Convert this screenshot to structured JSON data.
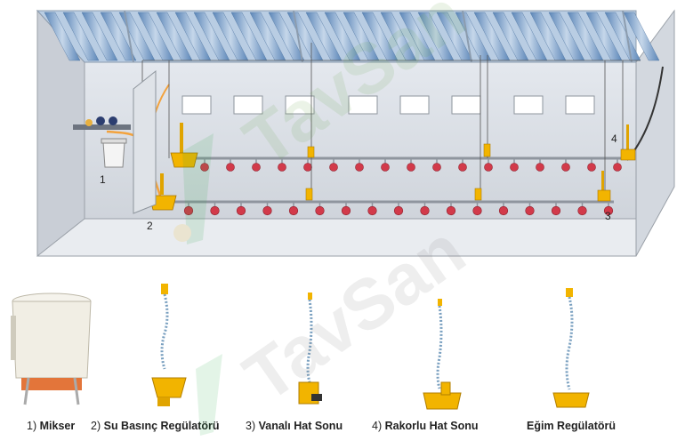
{
  "callouts": {
    "n1": "1",
    "n2": "2",
    "n3": "3",
    "n4": "4"
  },
  "captions": [
    {
      "num": "1)",
      "name": "Mikser"
    },
    {
      "num": "2)",
      "name": "Su Basınç Regülatörü"
    },
    {
      "num": "3)",
      "name": "Vanalı Hat Sonu"
    },
    {
      "num": "4)",
      "name": "Rakorlu Hat Sonu"
    },
    {
      "num": "",
      "name": "Eğim Regülatörü"
    }
  ],
  "watermark": {
    "text": "TavSan"
  },
  "colors": {
    "pipe": "#d23a4a",
    "accent": "#f2b400",
    "wall": "#d9dde3",
    "roof": "#7fa6cf"
  }
}
